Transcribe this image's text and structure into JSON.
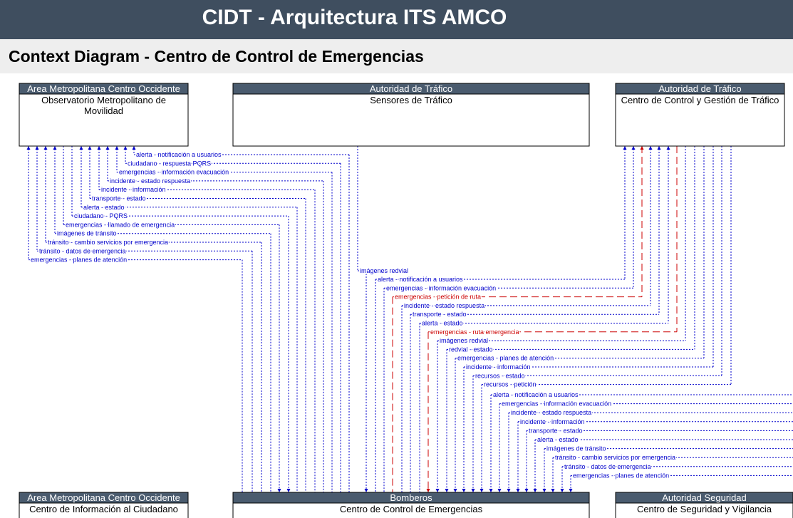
{
  "header": {
    "title": "CIDT - Arquitectura ITS AMCO"
  },
  "diagram_title": "Context Diagram - Centro de Control de Emergencias",
  "colors": {
    "header_bg": "#3f4e5f",
    "box_head": "#4a5b6e",
    "flow": "#0000cc",
    "request_flow": "#cc0000"
  },
  "boxes": {
    "observatorio": {
      "stakeholder": "Area Metropolitana Centro Occidente",
      "name_lines": [
        "Observatorio Metropolitano de",
        "Movilidad"
      ]
    },
    "sensores": {
      "stakeholder": "Autoridad de Tráfico",
      "name_lines": [
        "Sensores de Tráfico"
      ]
    },
    "ccgt": {
      "stakeholder": "Autoridad de Tráfico",
      "name_lines": [
        "Centro de Control y Gestión de Tráfico"
      ]
    },
    "info_ciudadano": {
      "stakeholder": "Area Metropolitana Centro Occidente",
      "name_lines": [
        "Centro de Información al Ciudadano"
      ]
    },
    "cce": {
      "stakeholder": "Bomberos",
      "name_lines": [
        "Centro de Control de Emergencias"
      ]
    },
    "seguridad": {
      "stakeholder": "Autoridad Seguridad",
      "name_lines": [
        "Centro de Seguridad y Vigilancia"
      ]
    }
  },
  "flows_observatorio": [
    "alerta - notificación a usuarios",
    "ciudadano - respuesta PQRS",
    "emergencias - información evacuación",
    "incidente - estado respuesta",
    "incidente - información",
    "transporte - estado",
    "alerta - estado",
    "ciudadano - PQRS",
    "emergencias - llamado de emergencia",
    "imágenes de tránsito",
    "tránsito - cambio servicios por emergencia",
    "tránsito - datos de emergencia",
    "emergencias - planes de atención"
  ],
  "flows_sensores": [
    "imágenes redvial"
  ],
  "flows_ccgt": [
    "alerta - notificación a usuarios",
    "emergencias - información evacuación",
    "emergencias - petición de ruta",
    "incidente - estado respuesta",
    "transporte - estado",
    "alerta - estado",
    "emergencias - ruta emergencia",
    "imágenes redvial",
    "redvial - estado",
    "emergencias - planes de atención",
    "incidente - información",
    "recursos - estado",
    "recursos - petición"
  ],
  "flows_seguridad": [
    "alerta - notificación a usuarios",
    "emergencias - información evacuación",
    "incidente - estado respuesta",
    "incidente - información",
    "transporte - estado",
    "alerta - estado",
    "imágenes de tránsito",
    "tránsito - cambio servicios por emergencia",
    "tránsito - datos de emergencia",
    "emergencias - planes de atención"
  ]
}
